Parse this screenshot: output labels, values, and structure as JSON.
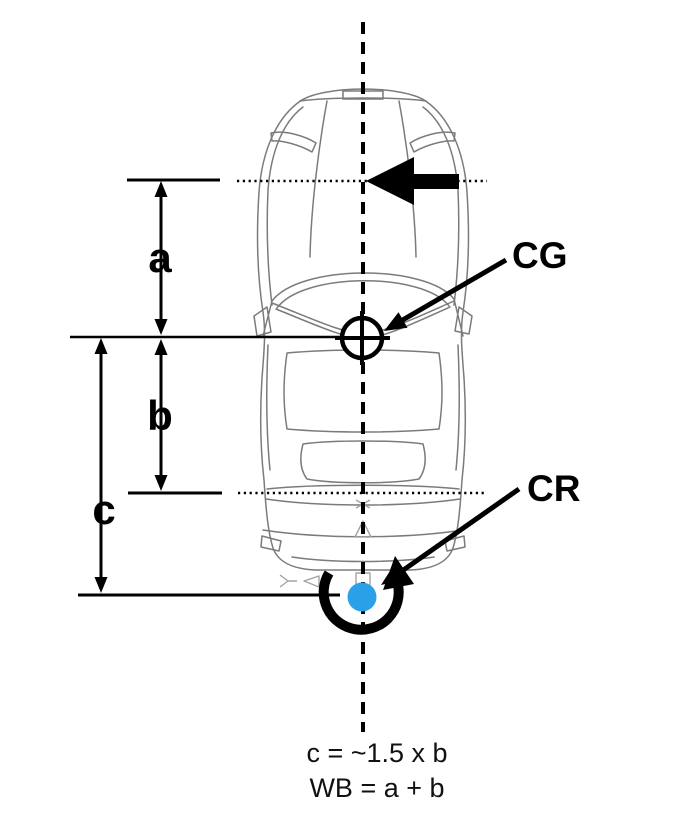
{
  "diagram": {
    "labels": {
      "dim_a": "a",
      "dim_b": "b",
      "dim_c": "c",
      "cg": "CG",
      "cr": "CR"
    },
    "formulas": {
      "c_relation": "c = ~1.5 x b",
      "wheelbase": "WB = a + b"
    },
    "markers": {
      "cg_symbol": "crosshair-circle",
      "cr_symbol": "filled-dot",
      "rotation_symbol": "counterclockwise-arc-arrow",
      "force_symbol": "left-arrow"
    },
    "colors": {
      "cr_dot": "#29A0E8",
      "ink": "#000000",
      "car_line": "#7b7b7b",
      "background": "#ffffff"
    }
  }
}
